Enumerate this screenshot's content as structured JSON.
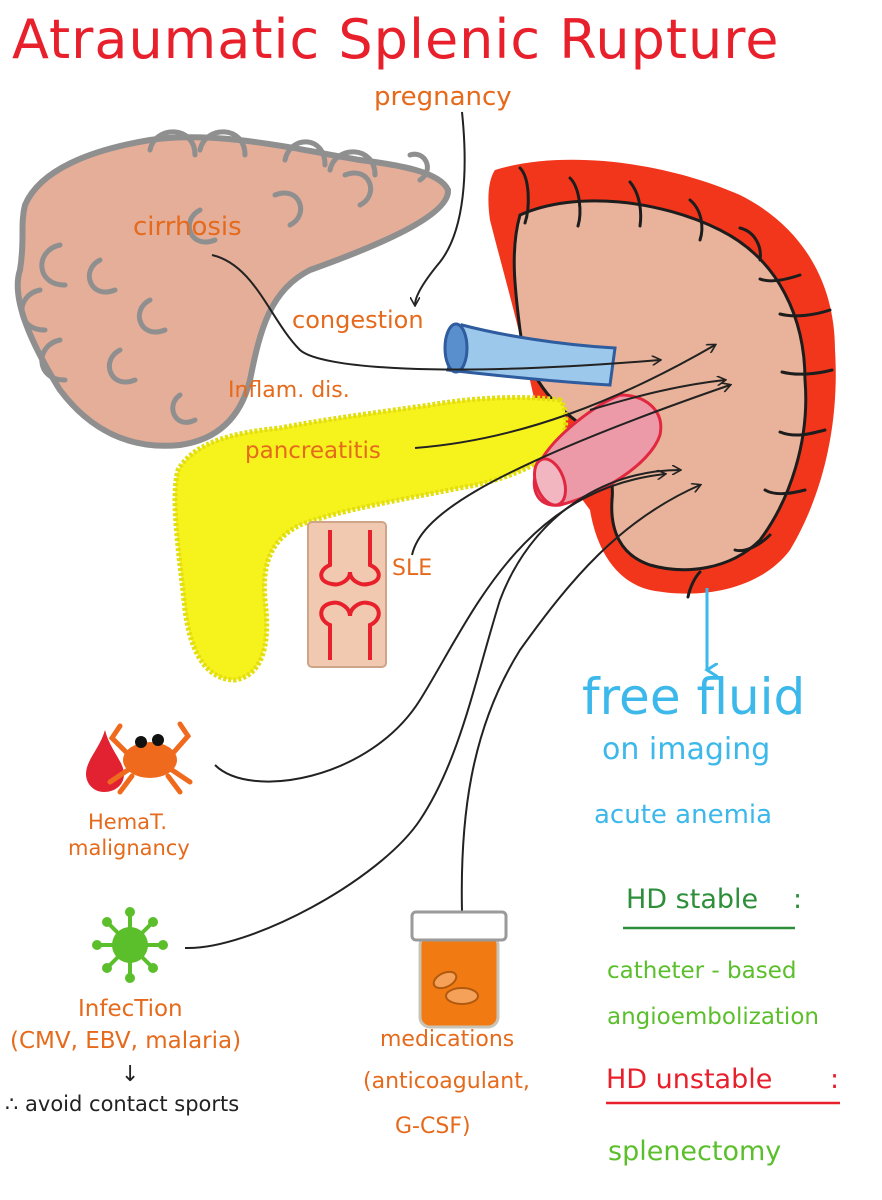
{
  "title": "Atraumatic Splenic Rupture",
  "causes": {
    "pregnancy": "pregnancy",
    "cirrhosis": "cirrhosis",
    "congestion": "congestion",
    "inflam_dis": "Inflam. dis.",
    "pancreatitis": "pancreatitis",
    "sle": "SLE",
    "hemat_line1": "HemaT.",
    "hemat_line2": "malignancy",
    "infection_line1": "InfecTion",
    "infection_line2": "(CMV, EBV, malaria)",
    "medications_line1": "medications",
    "medications_line2": "(anticoagulant,",
    "medications_line3": "G-CSF)"
  },
  "advice": {
    "arrow": "↓",
    "text": "∴ avoid contact sports"
  },
  "findings": {
    "free_fluid": "free fluid",
    "on_imaging": "on imaging",
    "acute_anemia": "acute anemia"
  },
  "management": {
    "stable_label": "HD stable",
    "stable_colon": ":",
    "stable_tx_line1": "catheter - based",
    "stable_tx_line2": "angioembolization",
    "unstable_label": "HD unstable",
    "unstable_colon": ":",
    "unstable_tx": "splenectomy"
  },
  "colors": {
    "title": "#e8202c",
    "cause_text": "#e56a1c",
    "findings": "#3cb8ea",
    "treatment": "#5bbf2c",
    "stable_heading": "#2e8f3a",
    "unstable_heading": "#e8202c",
    "spleen": "#e8b39a",
    "hemorrhage": "#f2361c",
    "liver": "#e4ae98",
    "pancreas": "#f6f21c",
    "splenic_vein": "#9cc8ec",
    "splenic_artery": "#ec9aa8"
  }
}
